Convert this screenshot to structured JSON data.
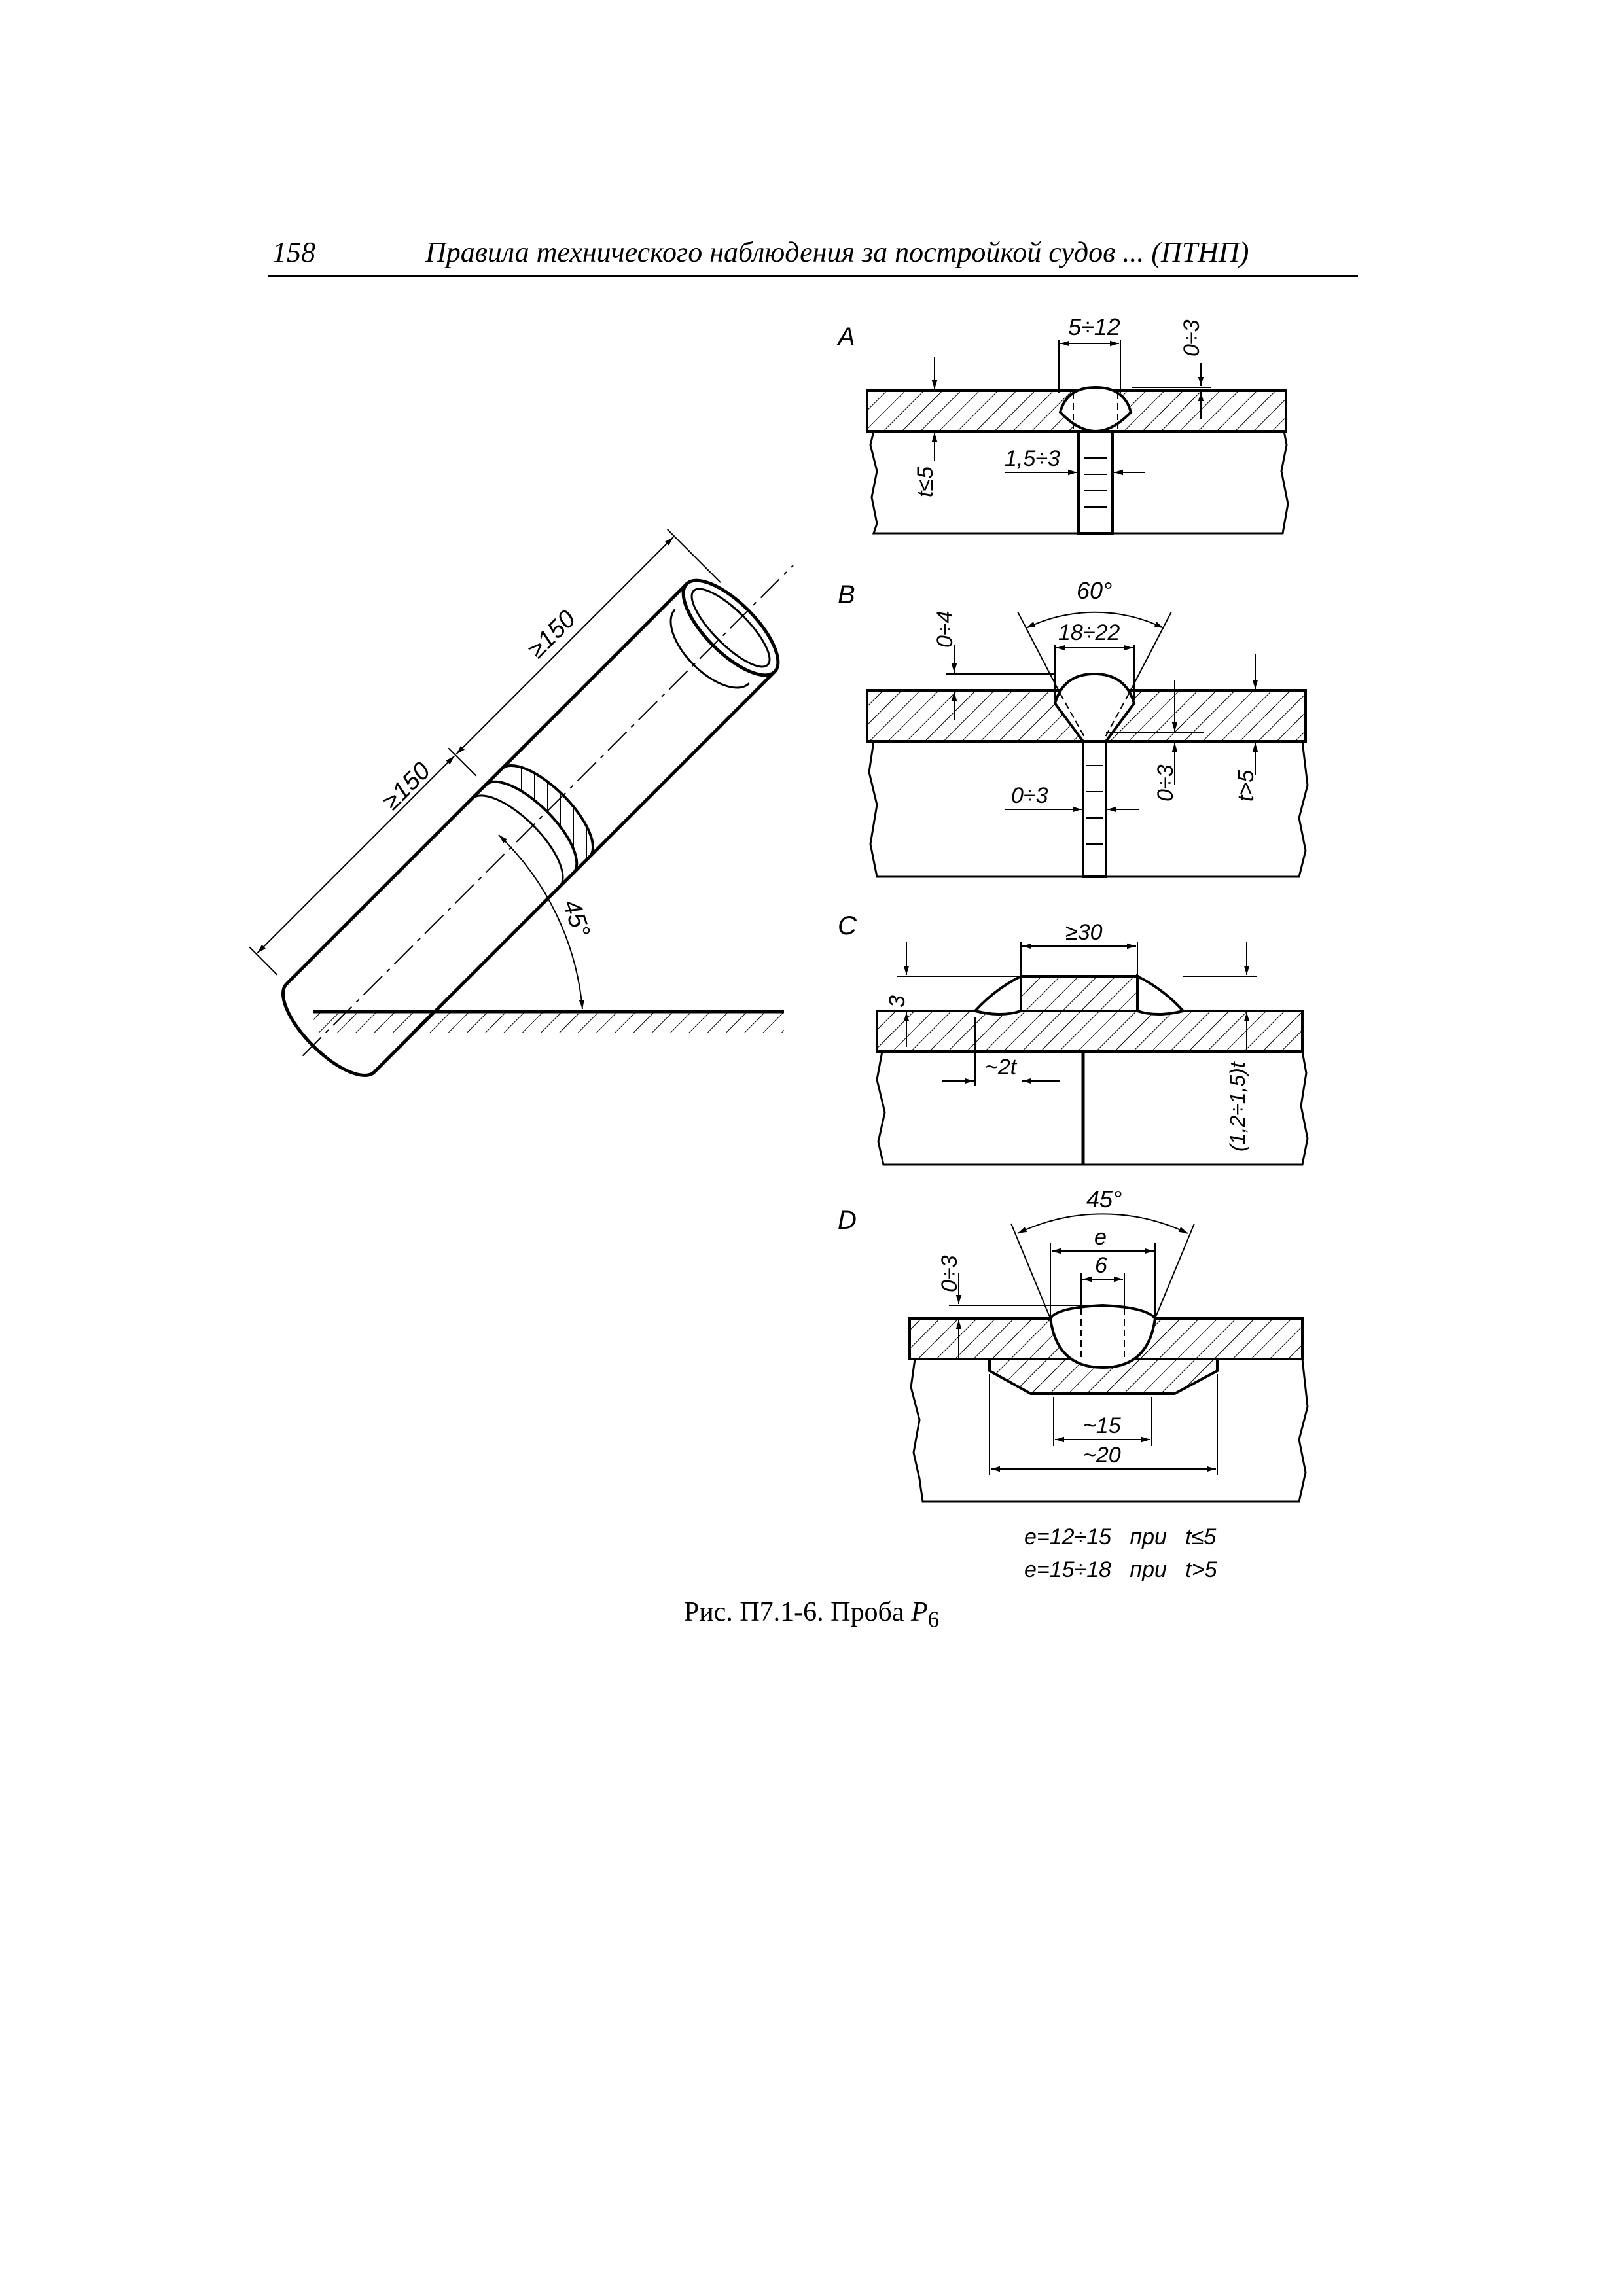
{
  "header": {
    "page_number": "158",
    "running_title": "Правила  технического наблюдения за постройкой судов ... (ПТНП)"
  },
  "pipe": {
    "dim_length_1": "≥150",
    "dim_length_2": "≥150",
    "angle": "45°"
  },
  "detail_a": {
    "label": "A",
    "width": "5÷12",
    "reinforcement": "0÷3",
    "thickness": "t≤5",
    "gap": "1,5÷3"
  },
  "detail_b": {
    "label": "B",
    "angle": "60°",
    "width": "18÷22",
    "reinforcement": "0÷4",
    "gap": "0÷3",
    "root": "0÷3",
    "thickness": "t>5"
  },
  "detail_c": {
    "label": "C",
    "strap_width": "≥30",
    "strap_thickness": "3",
    "overlap": "~2t",
    "plate": "(1,2÷1,5)t"
  },
  "detail_d": {
    "label": "D",
    "angle": "45°",
    "width_e": "e",
    "width_6": "6",
    "reinforcement": "0÷3",
    "backing_15": "~15",
    "backing_20": "~20",
    "note_1": "e=12÷15   при   t≤5",
    "note_2": "e=15÷18   при   t>5"
  },
  "caption": {
    "text": "Рис. П7.1-6. Проба ",
    "symbol": "P",
    "subscript": "6"
  }
}
